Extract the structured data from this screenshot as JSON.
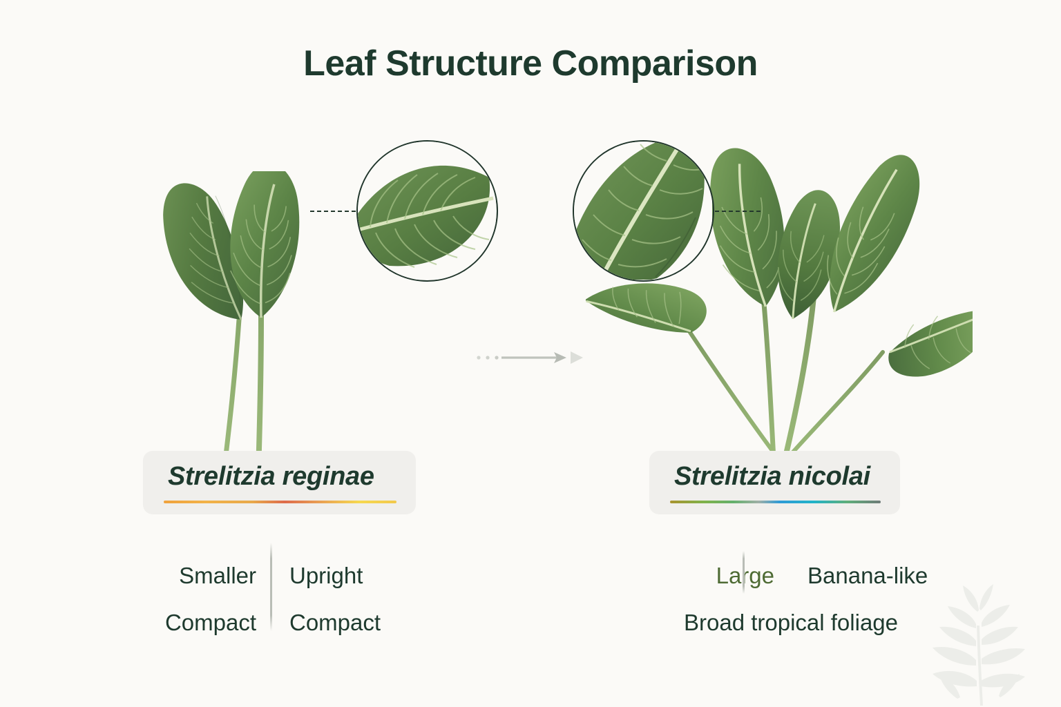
{
  "page": {
    "title": "Leaf Structure Comparison",
    "background_color": "#FBFAF7",
    "title_color": "#1E3A2E"
  },
  "comparison": {
    "arrow_label": "comparison-arrow",
    "left": {
      "species_name": "Strelitzia reginae",
      "accent_gradient": [
        "#F0A23C",
        "#DE6B4A",
        "#F6D84F"
      ],
      "features": [
        {
          "left": "Smaller",
          "right": "Upright"
        },
        {
          "left": "Compact",
          "right": "Compact"
        }
      ],
      "magnifier_label": "leaf-closeup-reginae",
      "plant_label": "strelitzia-reginae-plant"
    },
    "right": {
      "species_name": "Strelitzia nicolai",
      "accent_gradient": [
        "#A9942E",
        "#63B06B",
        "#2E9BD6",
        "#6E7B78"
      ],
      "features": [
        {
          "left": "Large",
          "right": "Banana-like"
        }
      ],
      "feature_wide": "Broad tropical foliage",
      "magnifier_label": "leaf-closeup-nicolai",
      "plant_label": "strelitzia-nicolai-plant"
    }
  },
  "decor": {
    "watermark_label": "botanical-watermark"
  }
}
